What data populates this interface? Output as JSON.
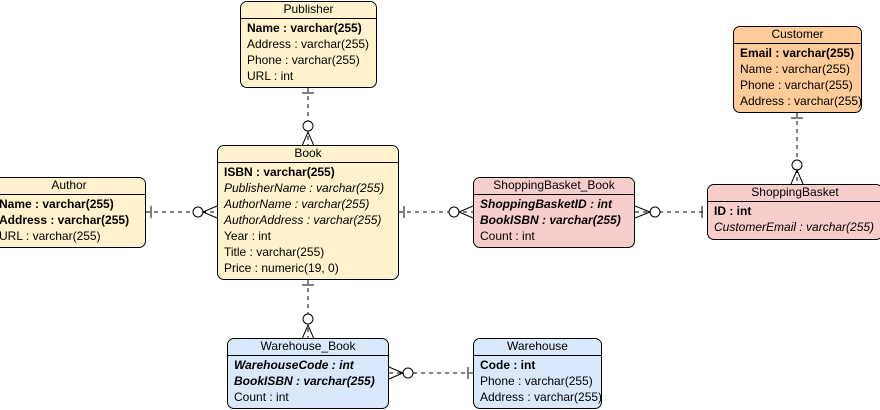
{
  "entities": {
    "publisher": {
      "title": "Publisher",
      "attributes": [
        {
          "text": "Name : varchar(255)",
          "key": "pk"
        },
        {
          "text": "Address : varchar(255)",
          "key": ""
        },
        {
          "text": "Phone : varchar(255)",
          "key": ""
        },
        {
          "text": "URL : int",
          "key": ""
        }
      ]
    },
    "customer": {
      "title": "Customer",
      "attributes": [
        {
          "text": "Email : varchar(255)",
          "key": "pk"
        },
        {
          "text": "Name : varchar(255)",
          "key": ""
        },
        {
          "text": "Phone : varchar(255)",
          "key": ""
        },
        {
          "text": "Address : varchar(255)",
          "key": ""
        }
      ]
    },
    "author": {
      "title": "Author",
      "attributes": [
        {
          "text": "Name : varchar(255)",
          "key": "pk"
        },
        {
          "text": "Address : varchar(255)",
          "key": "pk"
        },
        {
          "text": "URL : varchar(255)",
          "key": ""
        }
      ]
    },
    "book": {
      "title": "Book",
      "attributes": [
        {
          "text": "ISBN : varchar(255)",
          "key": "pk"
        },
        {
          "text": "PublisherName : varchar(255)",
          "key": "fk"
        },
        {
          "text": "AuthorName : varchar(255)",
          "key": "fk"
        },
        {
          "text": "AuthorAddress : varchar(255)",
          "key": "fk"
        },
        {
          "text": "Year : int",
          "key": ""
        },
        {
          "text": "Title : varchar(255)",
          "key": ""
        },
        {
          "text": "Price : numeric(19, 0)",
          "key": ""
        }
      ]
    },
    "shopping_basket_book": {
      "title": "ShoppingBasket_Book",
      "attributes": [
        {
          "text": "ShoppingBasketID : int",
          "key": "pk fk"
        },
        {
          "text": "BookISBN : varchar(255)",
          "key": "pk fk"
        },
        {
          "text": "Count : int",
          "key": ""
        }
      ]
    },
    "shopping_basket": {
      "title": "ShoppingBasket",
      "attributes": [
        {
          "text": "ID : int",
          "key": "pk"
        },
        {
          "text": "CustomerEmail : varchar(255)",
          "key": "fk"
        }
      ]
    },
    "warehouse_book": {
      "title": "Warehouse_Book",
      "attributes": [
        {
          "text": "WarehouseCode : int",
          "key": "pk fk"
        },
        {
          "text": "BookISBN : varchar(255)",
          "key": "pk fk"
        },
        {
          "text": "Count : int",
          "key": ""
        }
      ]
    },
    "warehouse": {
      "title": "Warehouse",
      "attributes": [
        {
          "text": "Code : int",
          "key": "pk"
        },
        {
          "text": "Phone : varchar(255)",
          "key": ""
        },
        {
          "text": "Address : varchar(255)",
          "key": ""
        }
      ]
    }
  },
  "relationships": [
    {
      "name": "publisher-to-book",
      "one": "Publisher",
      "many": "Book"
    },
    {
      "name": "author-to-book",
      "one": "Author",
      "many": "Book"
    },
    {
      "name": "book-to-shopping-basket-book",
      "one": "Book",
      "many": "ShoppingBasket_Book"
    },
    {
      "name": "shopping-basket-to-shopping-basket-book",
      "one": "ShoppingBasket",
      "many": "ShoppingBasket_Book"
    },
    {
      "name": "customer-to-shopping-basket",
      "one": "Customer",
      "many": "ShoppingBasket"
    },
    {
      "name": "book-to-warehouse-book",
      "one": "Book",
      "many": "Warehouse_Book"
    },
    {
      "name": "warehouse-to-warehouse-book",
      "one": "Warehouse",
      "many": "Warehouse_Book"
    }
  ],
  "colors": {
    "yellow": "#fff2cc",
    "orange": "#ffcc99",
    "pink": "#f8cecc",
    "blue": "#dae8fc",
    "border": "#000000"
  }
}
